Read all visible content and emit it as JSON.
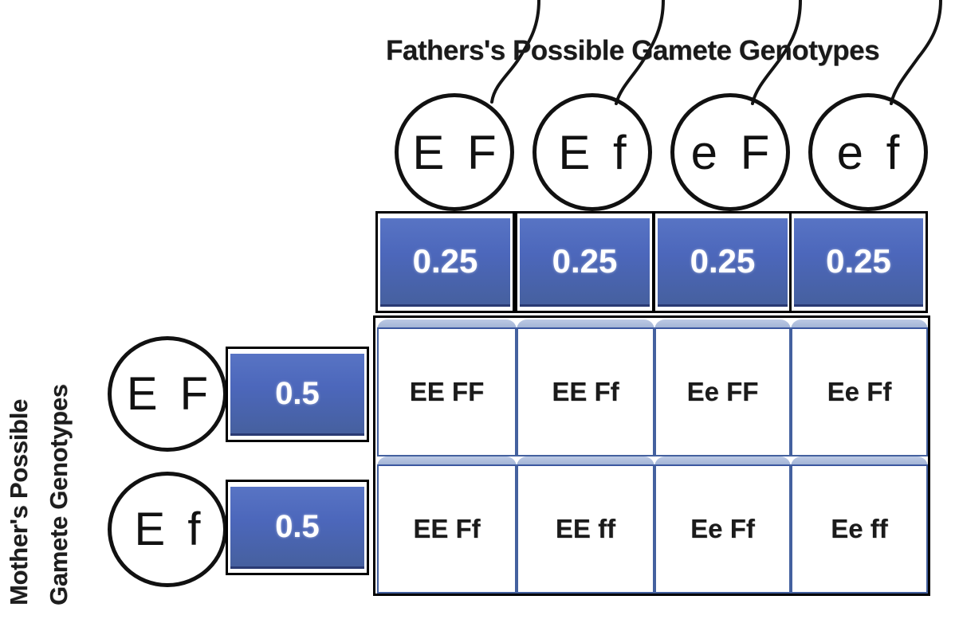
{
  "father": {
    "title": "Fathers's Possible Gamete Genotypes",
    "gametes": [
      {
        "label": "E F",
        "probability": "0.25"
      },
      {
        "label": "E f",
        "probability": "0.25"
      },
      {
        "label": "e F",
        "probability": "0.25"
      },
      {
        "label": "e f",
        "probability": "0.25"
      }
    ]
  },
  "mother": {
    "title_line_1": "Mother's Possible",
    "title_line_2": "Gamete Genotypes",
    "gametes": [
      {
        "label": "E F",
        "probability": "0.5"
      },
      {
        "label": "E f",
        "probability": "0.5"
      }
    ]
  },
  "punnett": {
    "column_headers": [
      "E F",
      "E f",
      "e F",
      "e f"
    ],
    "row_headers": [
      "E F",
      "E f"
    ],
    "rows": [
      {
        "row_gamete": "E F",
        "cells": [
          "EE FF",
          "EE Ff",
          "Ee FF",
          "Ee Ff"
        ]
      },
      {
        "row_gamete": "E f",
        "cells": [
          "EE Ff",
          "EE ff",
          "Ee Ff",
          "Ee ff"
        ]
      }
    ]
  },
  "colors": {
    "probability_fill": "#4c67bb",
    "probability_text": "#ffffff",
    "cell_border": "#44619f",
    "cell_tab": "#a9bada",
    "outline": "#111111",
    "text": "#1b1b1b",
    "background": "#ffffff"
  }
}
